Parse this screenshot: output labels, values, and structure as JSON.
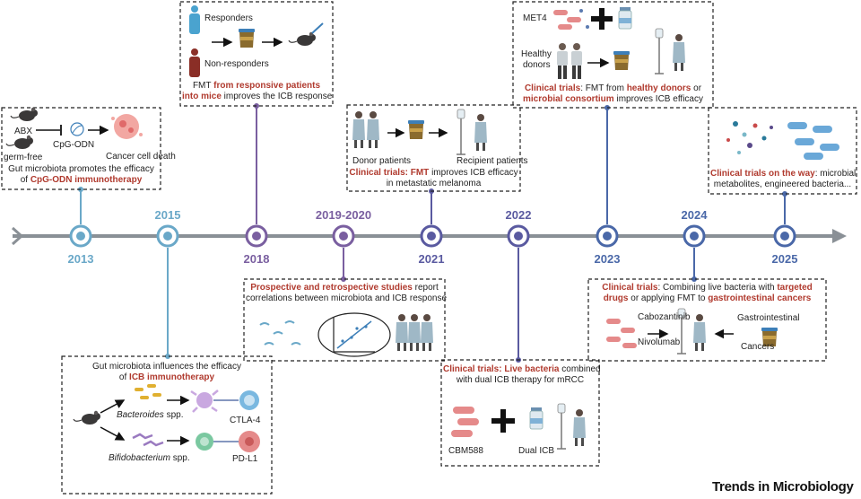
{
  "colors": {
    "accent_red": "#b03a2e",
    "timeline": "#8a9096",
    "year_teal": "#6aa8c8",
    "year_purple": "#7a5fa0",
    "year_blue": "#4a68a8"
  },
  "years": [
    "2013",
    "2015",
    "2018",
    "2019-2020",
    "2021",
    "2022",
    "2023",
    "2024",
    "2025"
  ],
  "box_2013": {
    "abx": "ABX",
    "germ_free": "germ-free",
    "cpg": "CpG-ODN",
    "cancer_death": "Cancer cell death",
    "caption_line1": "Gut microbiota promotes the efficacy",
    "caption_pre": "of ",
    "caption_red": "CpG-ODN immunotherapy"
  },
  "box_2015": {
    "title_line1": "Gut microbiota influences the efficacy",
    "title_pre": "of ",
    "title_red": "ICB immunotherapy",
    "bacteroides": "Bacteroides",
    "bifidobacterium": "Bifidobacterium",
    "spp": " spp.",
    "ctla4": "CTLA-4",
    "pdl1": "PD-L1"
  },
  "box_2018": {
    "responders": "Responders",
    "non_responders": "Non-responders",
    "cap_pre": "FMT ",
    "cap_red1": "from responsive patients",
    "cap_red2": "into mice",
    "cap_post": " improves the ICB response"
  },
  "box_2019": {
    "red": "Prospective and retrospective studies",
    "post": " report",
    "line2": "correlations between microbiota and ICB response"
  },
  "box_2021": {
    "donor": "Donor patients",
    "recipient": "Recipient patients",
    "cap_red": "Clinical trials: FMT",
    "cap_post": " improves ICB efficacy",
    "cap_line2": "in metastatic melanoma"
  },
  "box_2022": {
    "red": "Clinical trials: Live bacteria",
    "post": " combined",
    "line2": "with dual ICB therapy for mRCC",
    "cbm": "CBM588",
    "dual": "Dual ICB"
  },
  "box_2023": {
    "met4": "MET4",
    "healthy": "Healthy",
    "donors": "donors",
    "red1": "Clinical trials",
    "mid1": ": FMT from ",
    "red2": "healthy donors",
    "mid2": " or",
    "red3": "microbial consortium",
    "post": " improves ICB efficacy"
  },
  "box_2024": {
    "red1": "Clinical trials",
    "mid1": ": Combining live bacteria with ",
    "red2": "targeted",
    "red3": "drugs",
    "mid2": " or applying FMT to ",
    "red4": "gastrointestinal cancers",
    "cabo": "Cabozantinib",
    "nivo": "Nivolumab",
    "gi": "Gastrointestinal",
    "cancers": "Cancers"
  },
  "box_2025": {
    "red": "Clinical trials on the way",
    "post": ": microbial",
    "line2": "metabolites, engineered bacteria..."
  },
  "brand": "Trends in Microbiology"
}
